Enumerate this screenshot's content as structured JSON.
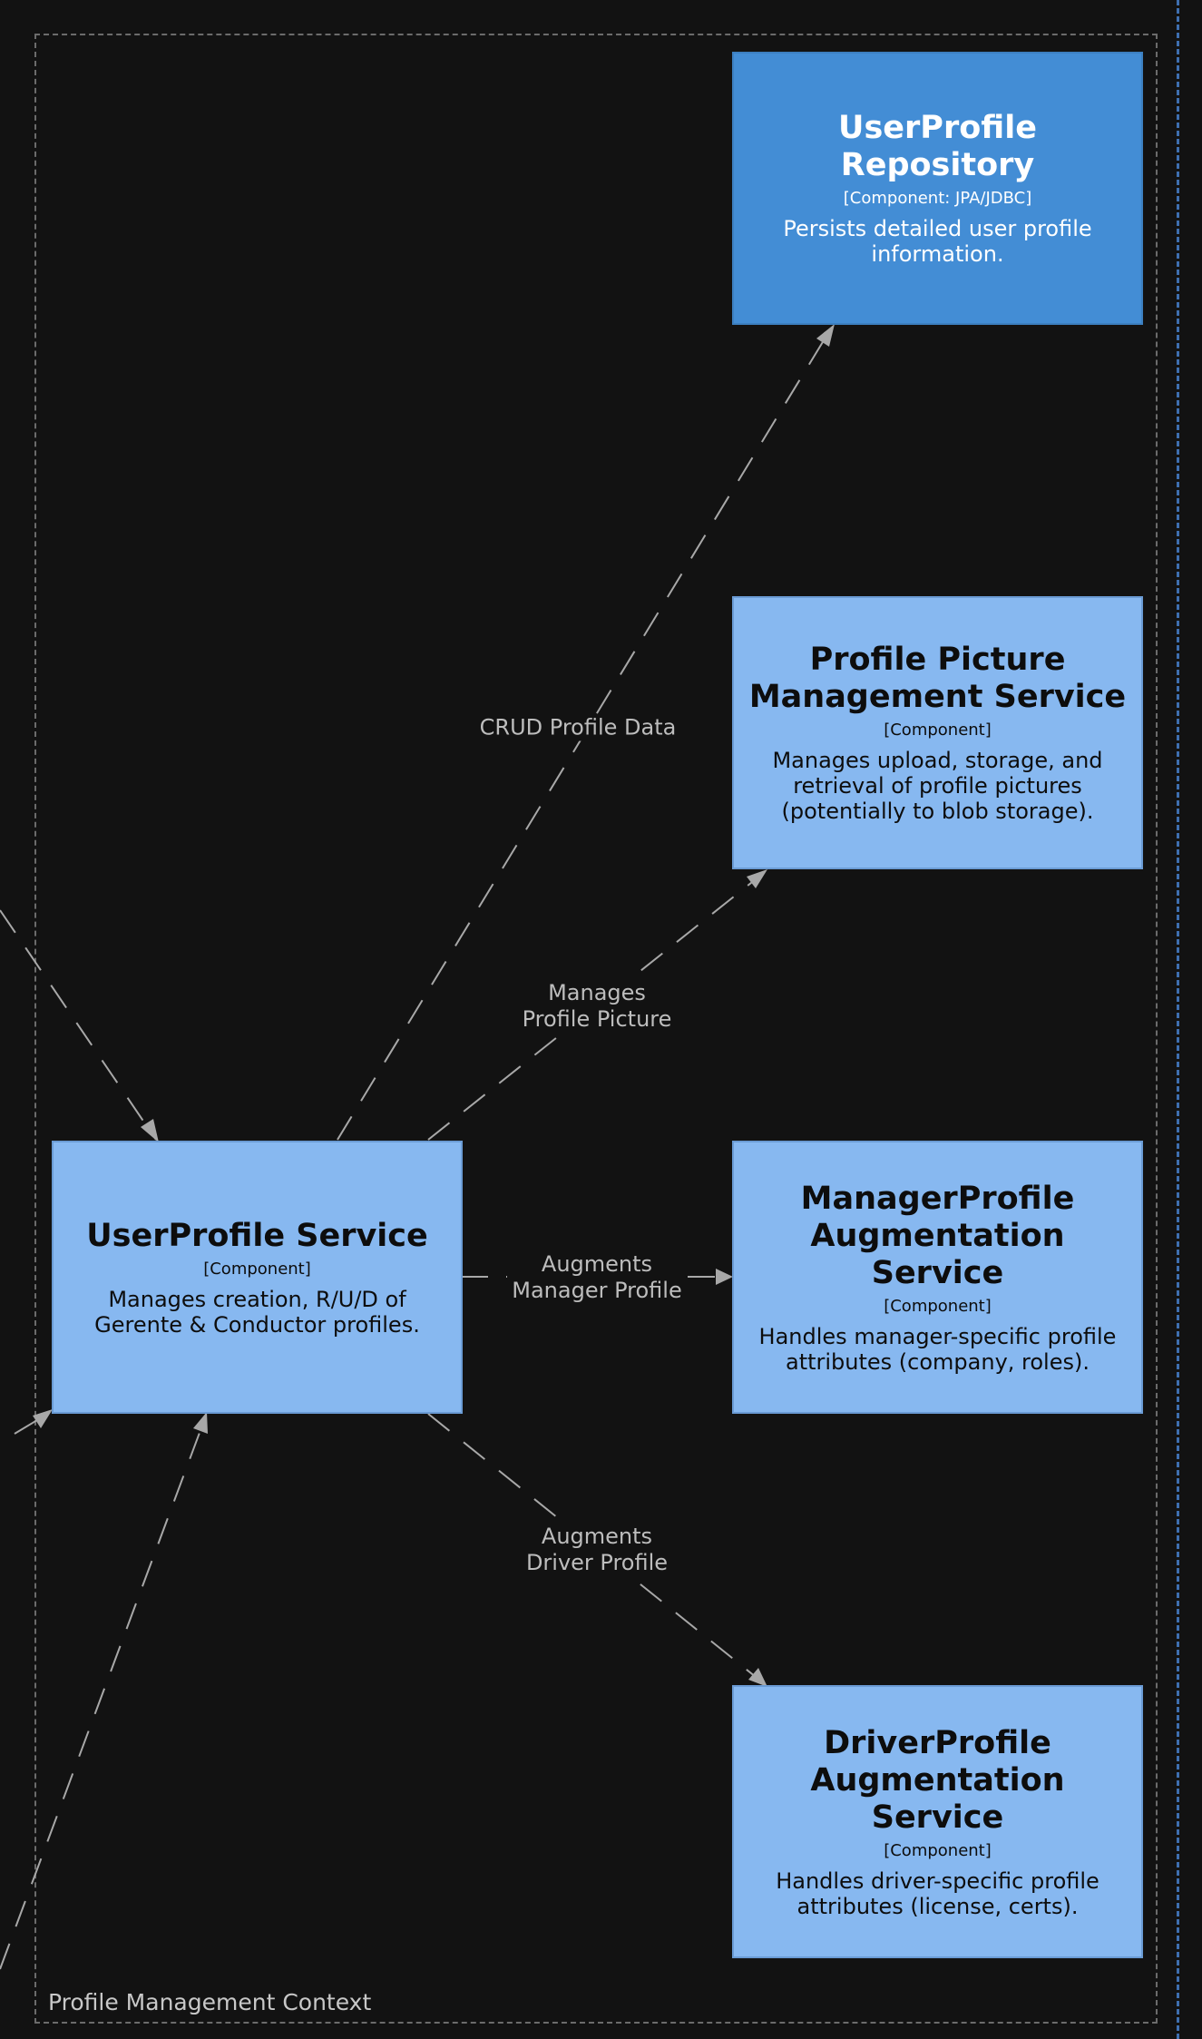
{
  "boundary": {
    "label": "Profile Management Context"
  },
  "components": {
    "userprofile_repository": {
      "title": "UserProfile Repository",
      "type": "[Component: JPA/JDBC]",
      "description": "Persists detailed user profile information."
    },
    "profile_picture_service": {
      "title": "Profile Picture Management Service",
      "type": "[Component]",
      "description": "Manages upload, storage, and retrieval of profile pictures (potentially to blob storage)."
    },
    "manager_profile_service": {
      "title": "ManagerProfile Augmentation Service",
      "type": "[Component]",
      "description": "Handles manager-specific profile attributes (company, roles)."
    },
    "driver_profile_service": {
      "title": "DriverProfile Augmentation Service",
      "type": "[Component]",
      "description": "Handles driver-specific profile attributes (license, certs)."
    },
    "userprofile_service": {
      "title": "UserProfile Service",
      "type": "[Component]",
      "description": "Manages creation, R/U/D of Gerente & Conductor profiles."
    }
  },
  "relationships": {
    "crud_profile_data": "CRUD Profile Data",
    "manages_profile_picture": "Manages Profile Picture",
    "augments_manager_profile": "Augments Manager Profile",
    "augments_driver_profile": "Augments Driver Profile"
  },
  "colors": {
    "background": "#121212",
    "component_fill": "#87b8f0",
    "repository_fill": "#438dd5",
    "edge": "#a8a8a8",
    "boundary": "#6b6b6b"
  }
}
